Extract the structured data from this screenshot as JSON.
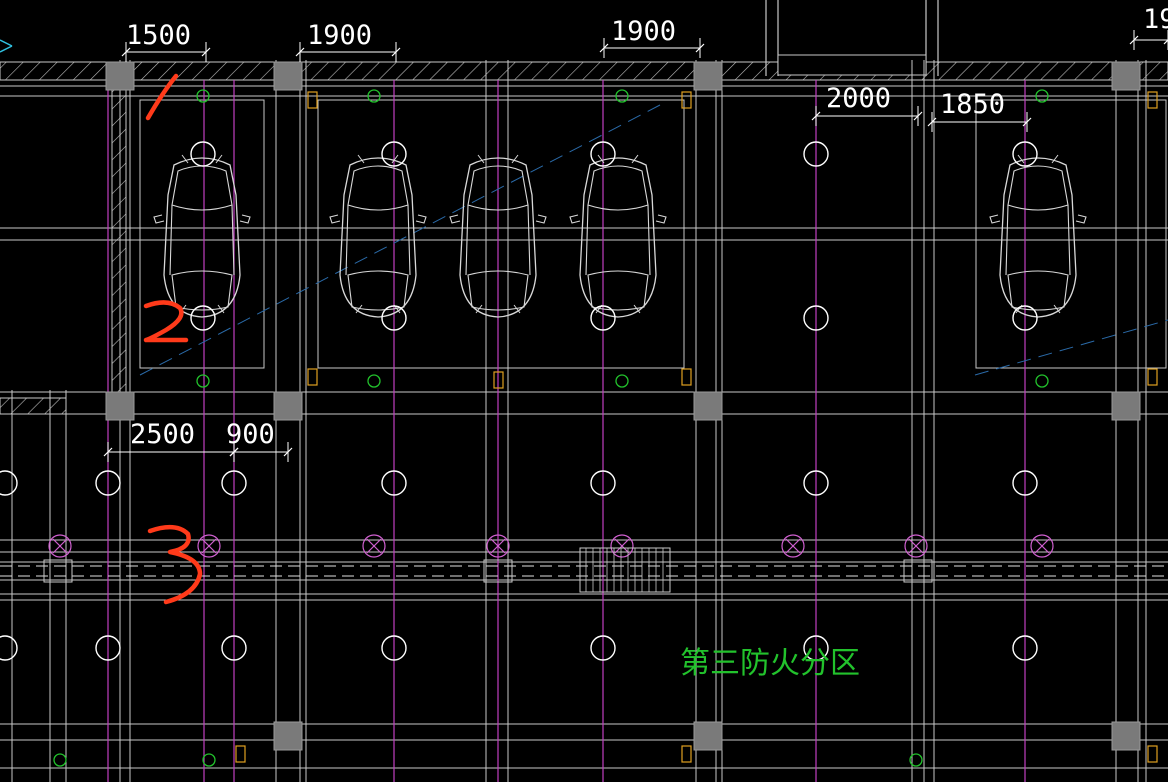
{
  "dimensions": [
    {
      "id": "dim-1500",
      "text": "1500"
    },
    {
      "id": "dim-1900-a",
      "text": "1900"
    },
    {
      "id": "dim-1900-b",
      "text": "1900"
    },
    {
      "id": "dim-19-edge",
      "text": "19"
    },
    {
      "id": "dim-2000",
      "text": "2000"
    },
    {
      "id": "dim-1850",
      "text": "1850"
    },
    {
      "id": "dim-2500",
      "text": "2500"
    },
    {
      "id": "dim-900",
      "text": "900"
    }
  ],
  "fire_zone_label": "第三防火分区",
  "annotations": [
    "1",
    "2",
    "3"
  ],
  "colors": {
    "background": "#000000",
    "linework": "#c8c8c8",
    "grid_axis": "#c040c0",
    "sprinkler": "#ffffff",
    "green_symbol": "#22c22c",
    "column": "#7a7a7a",
    "dashed_line": "#2a6aa8",
    "handwriting": "#ff3a1a",
    "zone_text": "#22c22c"
  }
}
